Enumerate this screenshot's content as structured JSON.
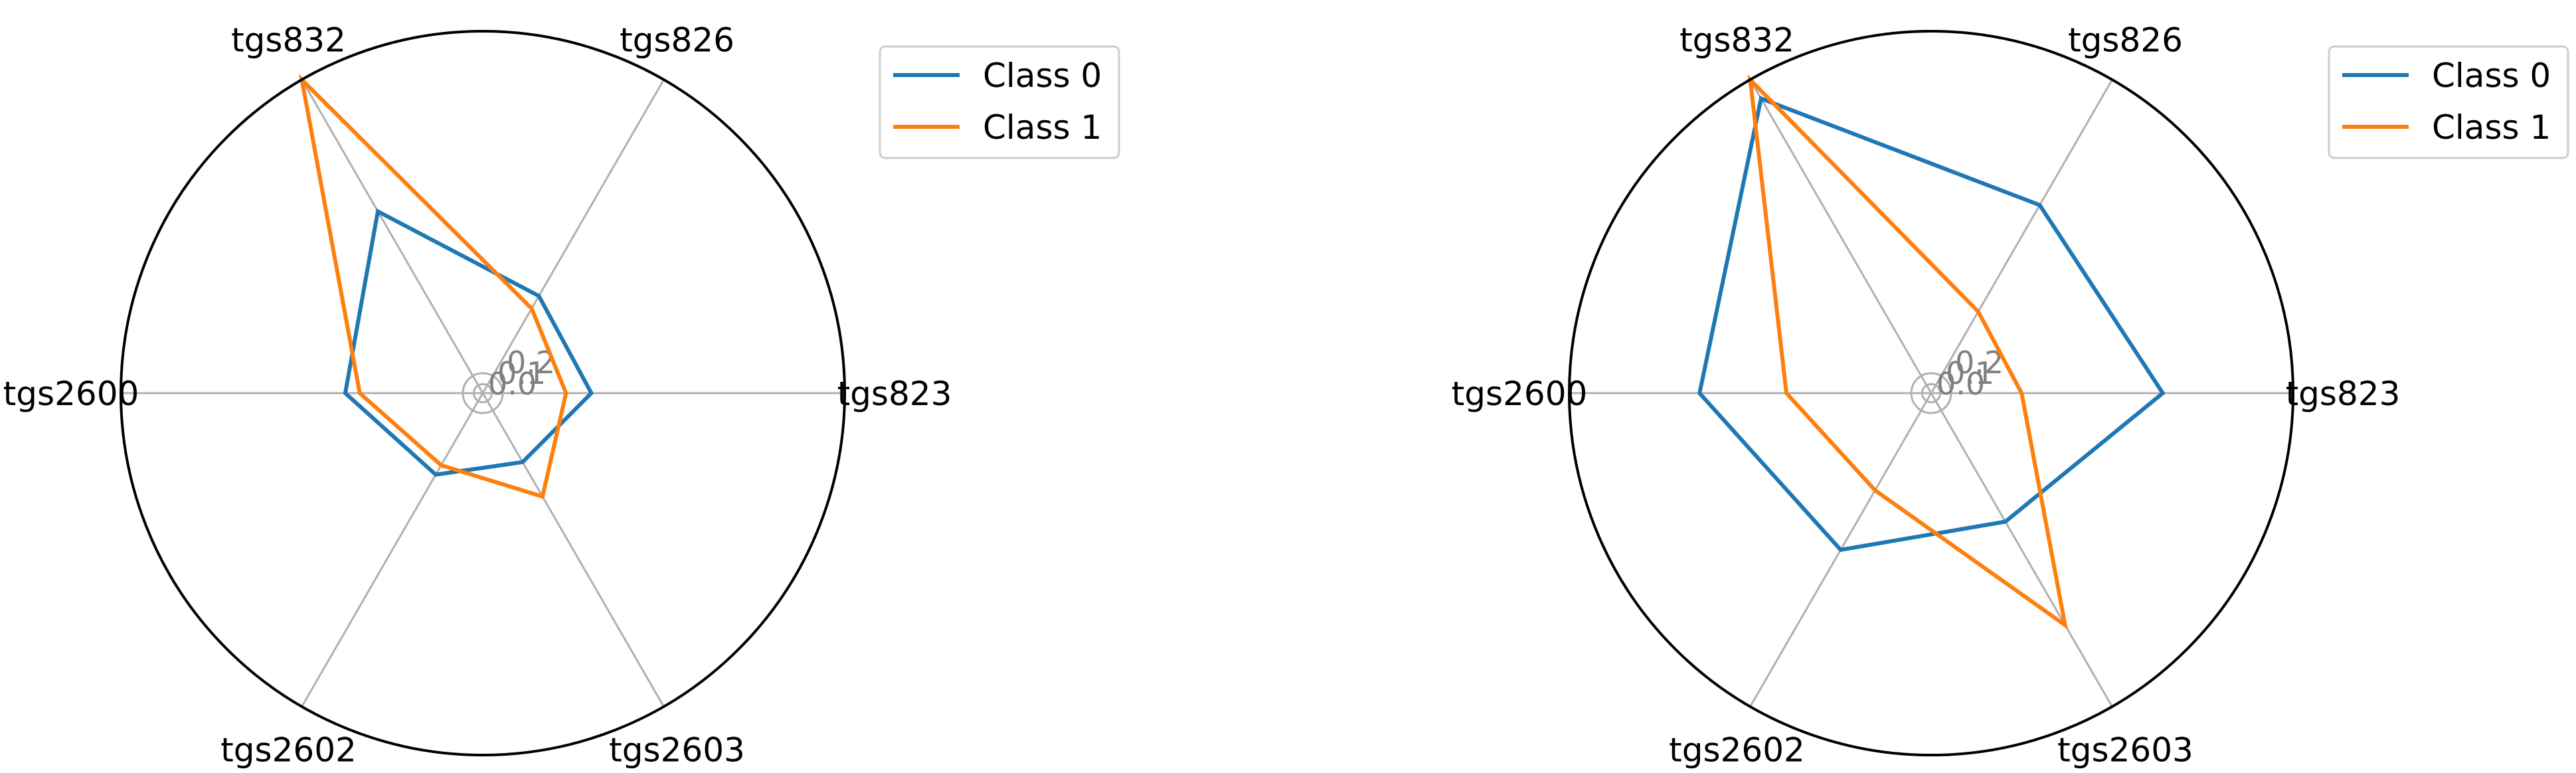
{
  "chart_data": [
    {
      "type": "radar",
      "axes": [
        "tgs823",
        "tgs826",
        "tgs832",
        "tgs2600",
        "tgs2602",
        "tgs2603"
      ],
      "radial_ticks": [
        "0.0",
        "0.1",
        "0.2"
      ],
      "radial_max": 1.0,
      "grid": true,
      "legend_position": "top-right",
      "series": [
        {
          "name": "Class 0",
          "color": "#1f77b4",
          "values": [
            0.3,
            0.31,
            0.58,
            0.38,
            0.26,
            0.22
          ]
        },
        {
          "name": "Class 1",
          "color": "#ff7f0e",
          "values": [
            0.23,
            0.27,
            1.0,
            0.34,
            0.23,
            0.33
          ]
        }
      ]
    },
    {
      "type": "radar",
      "axes": [
        "tgs823",
        "tgs826",
        "tgs832",
        "tgs2600",
        "tgs2602",
        "tgs2603"
      ],
      "radial_ticks": [
        "0.0",
        "0.1",
        "0.2"
      ],
      "radial_max": 1.0,
      "grid": true,
      "legend_position": "top-right",
      "series": [
        {
          "name": "Class 0",
          "color": "#1f77b4",
          "values": [
            0.64,
            0.6,
            0.94,
            0.64,
            0.5,
            0.41
          ]
        },
        {
          "name": "Class 1",
          "color": "#ff7f0e",
          "values": [
            0.25,
            0.26,
            1.0,
            0.4,
            0.31,
            0.74
          ]
        }
      ]
    }
  ]
}
